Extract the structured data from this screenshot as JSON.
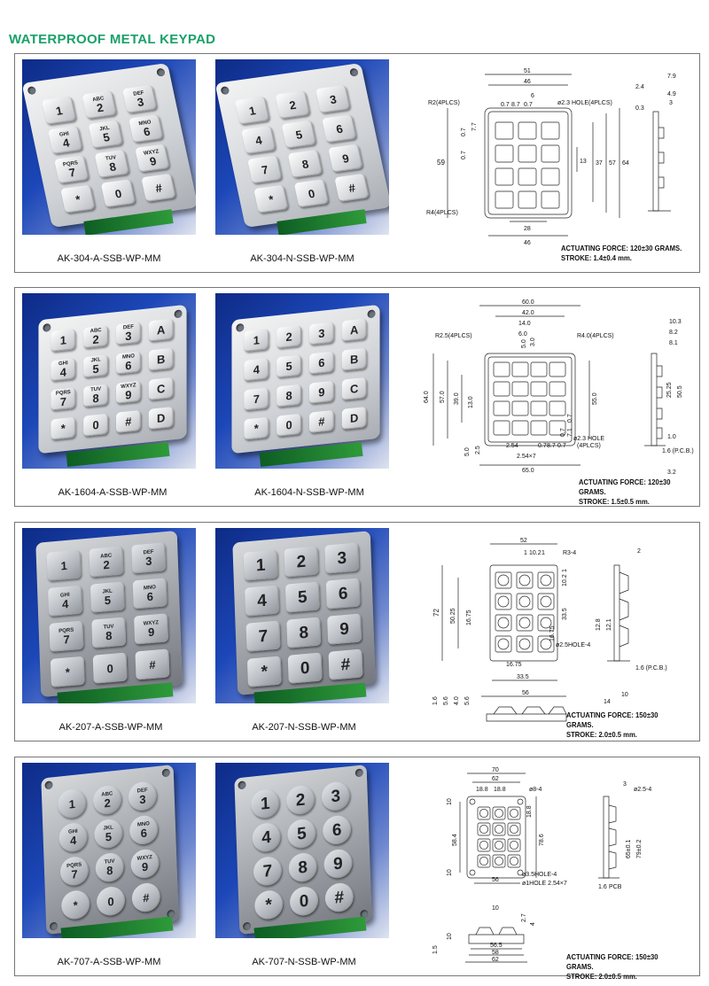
{
  "page_title": "WATERPROOF METAL KEYPAD",
  "keys_alpha": [
    {
      "main": "1",
      "sub": ""
    },
    {
      "main": "2",
      "sub": "ABC"
    },
    {
      "main": "3",
      "sub": "DEF"
    },
    {
      "main": "4",
      "sub": "GHI"
    },
    {
      "main": "5",
      "sub": "JKL"
    },
    {
      "main": "6",
      "sub": "MNO"
    },
    {
      "main": "7",
      "sub": "PQRS"
    },
    {
      "main": "8",
      "sub": "TUV"
    },
    {
      "main": "9",
      "sub": "WXYZ"
    },
    {
      "main": "*",
      "sub": ""
    },
    {
      "main": "0",
      "sub": ""
    },
    {
      "main": "#",
      "sub": ""
    }
  ],
  "keys_numeric": [
    "1",
    "2",
    "3",
    "4",
    "5",
    "6",
    "7",
    "8",
    "9",
    "*",
    "0",
    "#"
  ],
  "keys_1604_alpha": [
    {
      "main": "1",
      "sub": ""
    },
    {
      "main": "2",
      "sub": "ABC"
    },
    {
      "main": "3",
      "sub": "DEF"
    },
    {
      "main": "A",
      "sub": ""
    },
    {
      "main": "4",
      "sub": "GHI"
    },
    {
      "main": "5",
      "sub": "JKL"
    },
    {
      "main": "6",
      "sub": "MNO"
    },
    {
      "main": "B",
      "sub": ""
    },
    {
      "main": "7",
      "sub": "PQRS"
    },
    {
      "main": "8",
      "sub": "TUV"
    },
    {
      "main": "9",
      "sub": "WXYZ"
    },
    {
      "main": "C",
      "sub": ""
    },
    {
      "main": "*",
      "sub": ""
    },
    {
      "main": "0",
      "sub": ""
    },
    {
      "main": "#",
      "sub": ""
    },
    {
      "main": "D",
      "sub": ""
    }
  ],
  "keys_1604_numeric": [
    "1",
    "2",
    "3",
    "A",
    "4",
    "5",
    "6",
    "B",
    "7",
    "8",
    "9",
    "C",
    "*",
    "0",
    "#",
    "D"
  ],
  "products": [
    {
      "label_a": "AK-304-A-SSB-WP-MM",
      "label_n": "AK-304-N-SSB-WP-MM",
      "force": "ACTUATING FORCE: 120±30 GRAMS.",
      "stroke": "STROKE: 1.4±0.4 mm.",
      "dims": {
        "w51": "51",
        "w46": "46",
        "d6": "6",
        "d07a": "0.7",
        "d87": "8.7",
        "d07b": "0.7",
        "r2": "R2(4PLCS)",
        "hole": "ø2.3 HOLE(4PLCS)",
        "h59": "59",
        "h07": "0.7",
        "h77": "7.7",
        "h07b": "0.7",
        "h13": "13",
        "h37": "37",
        "h57": "57",
        "h64": "64",
        "r4": "R4(4PLCS)",
        "w28": "28",
        "w46b": "46",
        "s79": "7.9",
        "s24": "2.4",
        "s49": "4.9",
        "s3": "3",
        "s03": "0.3"
      }
    },
    {
      "label_a": "AK-1604-A-SSB-WP-MM",
      "label_n": "AK-1604-N-SSB-WP-MM",
      "force": "ACTUATING FORCE: 120±30 GRAMS.",
      "stroke": "STROKE: 1.5±0.5 mm.",
      "dims": {
        "w60": "60.0",
        "w42": "42.0",
        "w14": "14.0",
        "w6": "6.0",
        "d30": "3.0",
        "d50": "5.0",
        "r25": "R2.5(4PLCS)",
        "r40": "R4.0(4PLCS)",
        "h64": "64.0",
        "h57": "57.0",
        "h390": "39.0",
        "h130": "13.0",
        "h55": "55.0",
        "h07": "0.7",
        "h71": "7.1",
        "h07b": "0.7",
        "hole": "ø2.3 HOLE",
        "hole_n": "(4PLCS)",
        "b50": "5.0",
        "b25": "2.5",
        "b254": "2.54",
        "b07": "0.7",
        "b87": "8.7",
        "b07b": "0.7",
        "b254x7": "2.54×7",
        "b65": "65.0",
        "s103": "10.3",
        "s82": "8.2",
        "s81": "8.1",
        "s2525": "25.25",
        "s505": "50.5",
        "s10": "1.0",
        "s16pcb": "1.6 (P.C.B.)",
        "s32": "3.2"
      }
    },
    {
      "label_a": "AK-207-A-SSB-WP-MM",
      "label_n": "AK-207-N-SSB-WP-MM",
      "force": "ACTUATING FORCE: 150±30 GRAMS.",
      "stroke": "STROKE: 2.0±0.5 mm.",
      "dims": {
        "w52": "52",
        "w1": "1",
        "w102": "10.2",
        "w1b": "1",
        "r3": "R3-4",
        "h102": "10.2",
        "h1": "1",
        "h72": "72",
        "h5025": "50.25",
        "h1675": "16.75",
        "h335": "33.5",
        "h1675b": "16.75",
        "h128": "12.8",
        "h121": "12.1",
        "hole": "ø2.5HOLE-4",
        "b1675": "16.75",
        "b335": "33.5",
        "b56": "56",
        "s2": "2",
        "s16pcb": "1.6 (P.C.B.)",
        "s14": "14",
        "s10": "10",
        "v16": "1.6",
        "v56": "5.6",
        "v40": "4.0",
        "v56b": "5.6"
      }
    },
    {
      "label_a": "AK-707-A-SSB-WP-MM",
      "label_n": "AK-707-N-SSB-WP-MM",
      "force": "ACTUATING FORCE: 150±30 GRAMS.",
      "stroke": "STROKE: 2.0±0.5 mm.",
      "dims": {
        "w70": "70",
        "w62": "62",
        "w188a": "18.8",
        "w188b": "18.8",
        "r8": "ø8-4",
        "h10": "10",
        "h188": "18.8",
        "h584": "58.4",
        "h786": "78.6",
        "h10b": "10",
        "hole": "ø3.5HOLE-4",
        "hole1": "ø1HOLE 2.54×7",
        "b56": "56",
        "s3": "3",
        "s25": "ø2.5-4",
        "s65": "65±0.1",
        "s79": "79±0.2",
        "s16": "1.6",
        "pcb": "PCB",
        "f10": "10",
        "f27": "2.7",
        "f4": "4",
        "f10b": "10",
        "f565": "56.5",
        "f58": "58",
        "f62": "62",
        "f15": "1.5"
      }
    }
  ]
}
